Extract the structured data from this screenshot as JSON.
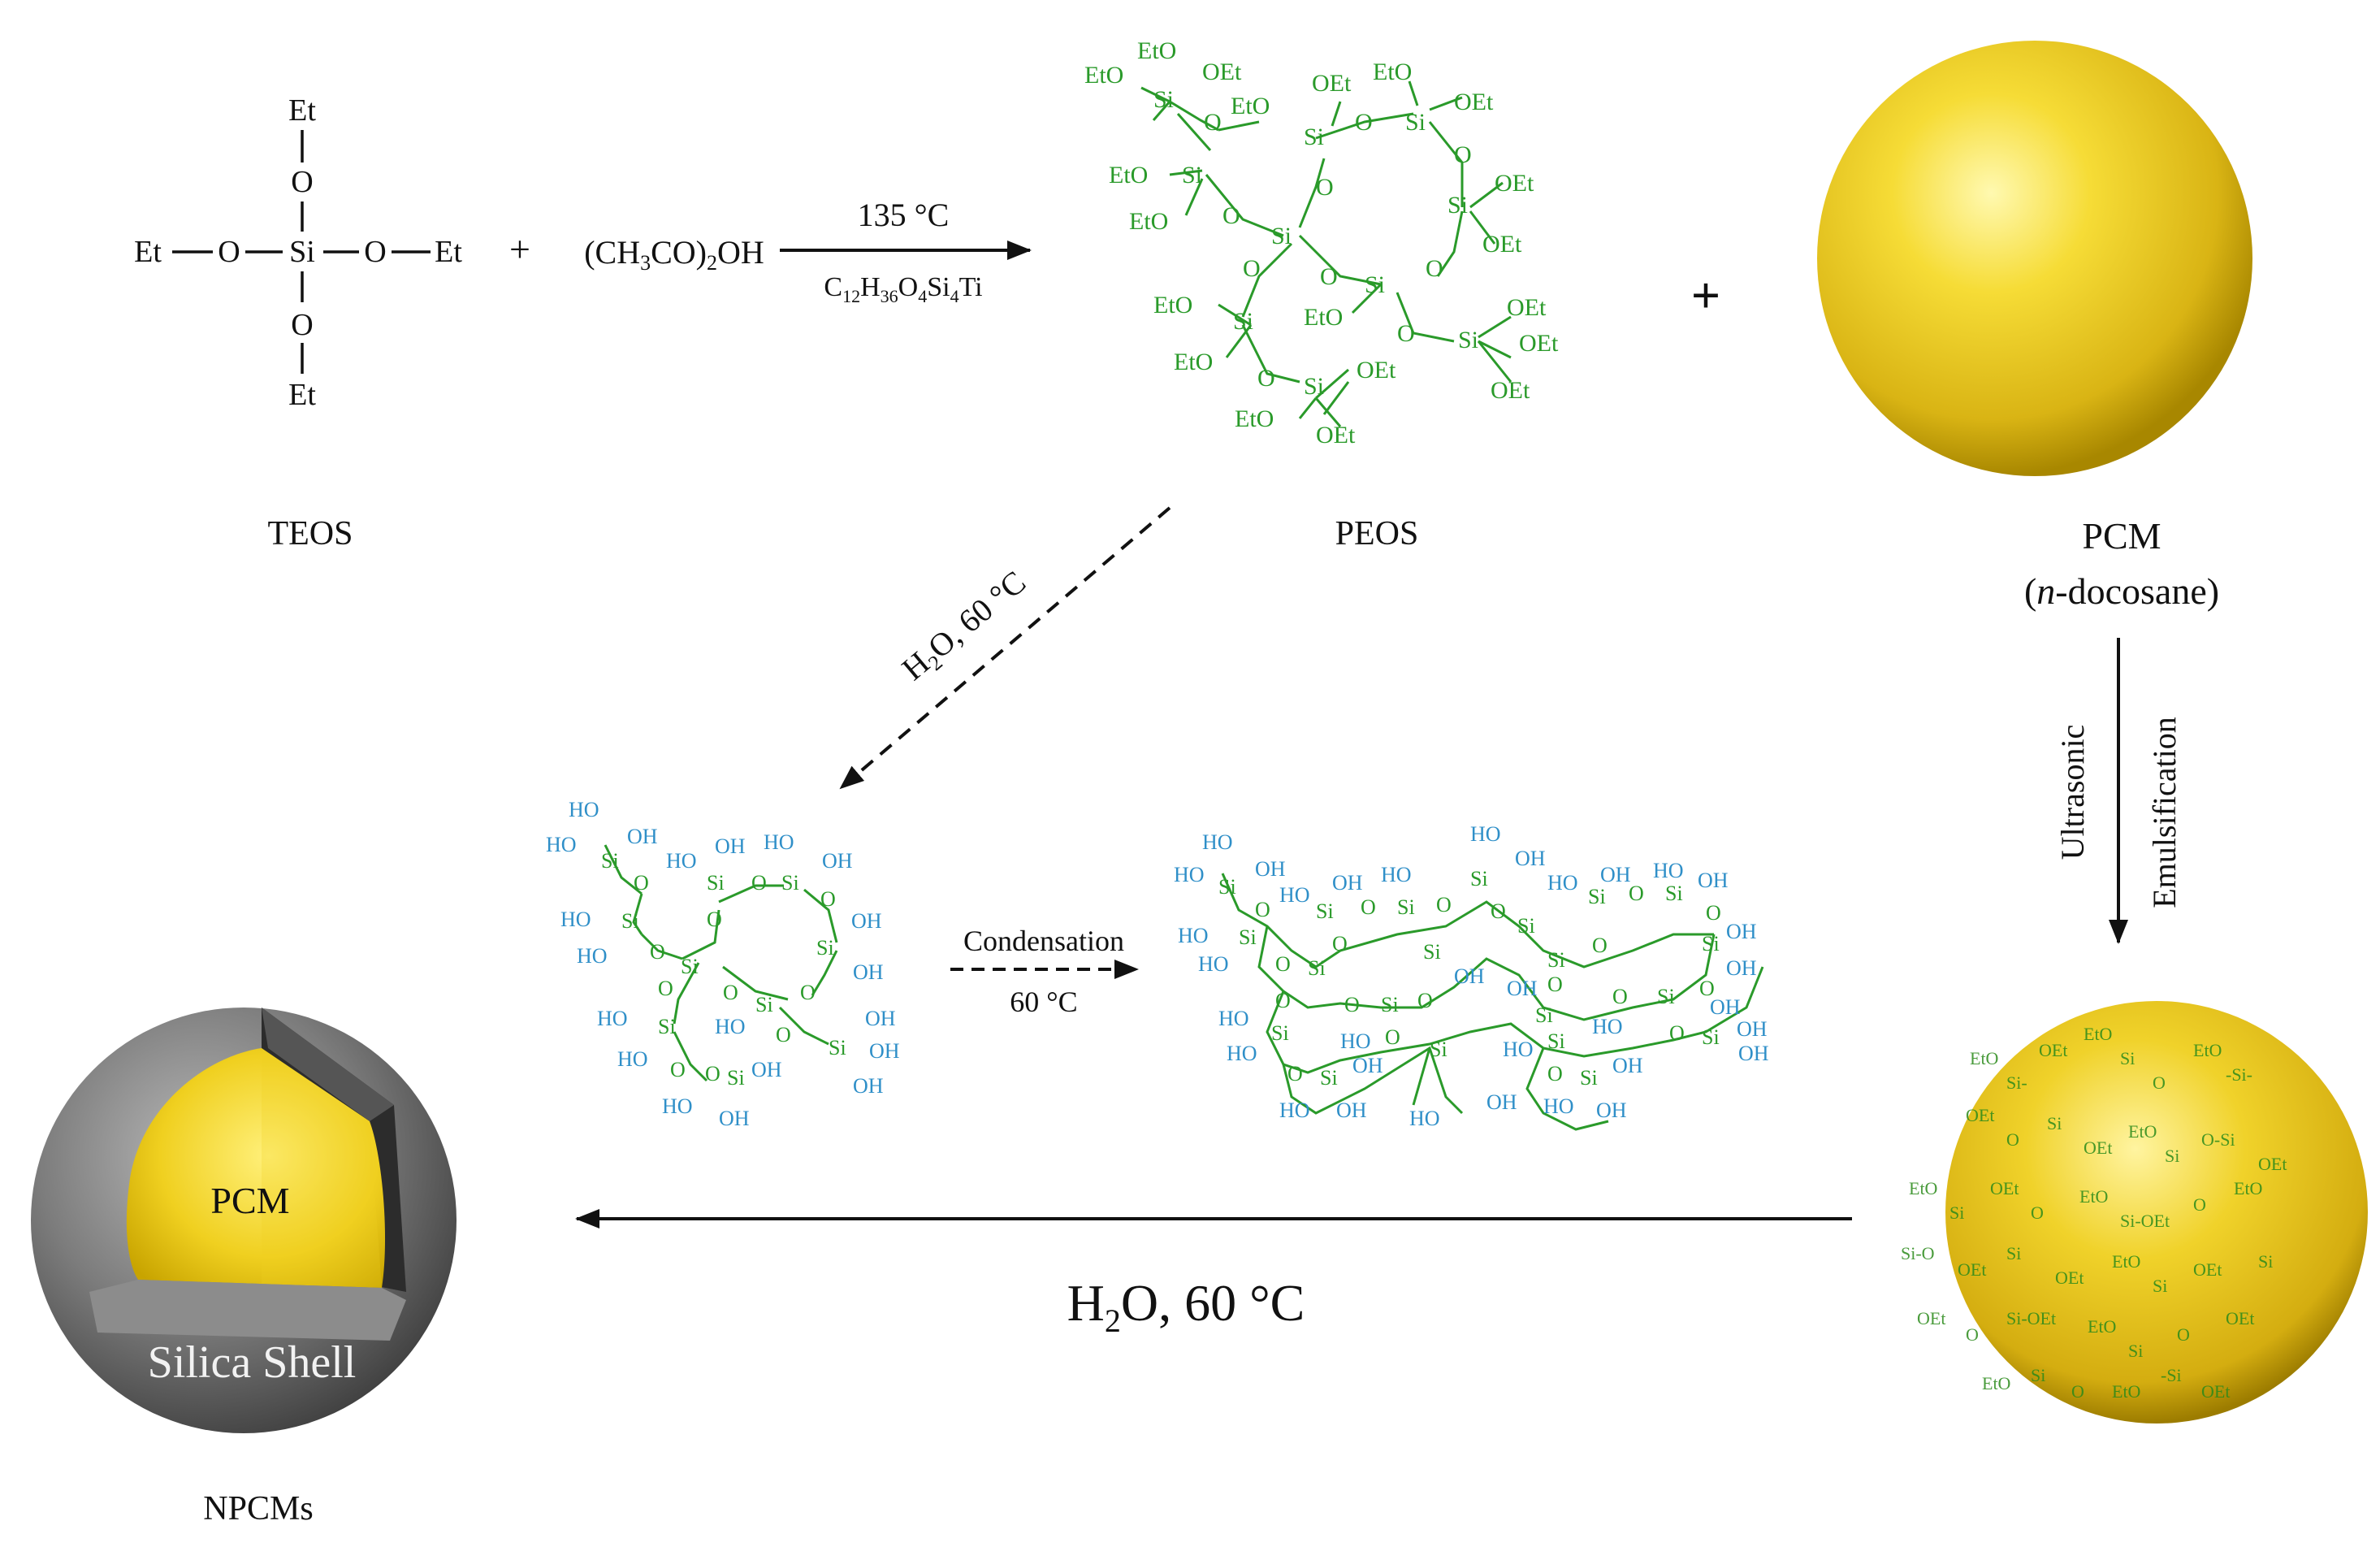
{
  "labels": {
    "teos": "TEOS",
    "peos": "PEOS",
    "pcm": "PCM",
    "pcm_sub_open": "(",
    "pcm_sub_n": "n",
    "pcm_sub_rest": "-docosane)",
    "npcms": "NPCMs",
    "pcm_core": "PCM",
    "silica_shell": "Silica Shell"
  },
  "reaction1": {
    "plus1": "+",
    "reagent": "(CH3CO)2OH",
    "temp": "135 °C",
    "catalyst": "C12H36O4Si4Ti",
    "plus2": "+"
  },
  "teos_atoms": {
    "et": "Et",
    "o": "O",
    "si": "Si"
  },
  "hydrolysis": {
    "label": "H2O, 60 °C"
  },
  "condensation": {
    "label": "Condensation",
    "temp": "60 °C"
  },
  "emulsification": {
    "label1": "Ultrasonic",
    "label2": "Emulsification"
  },
  "final_step": {
    "label": "H2O,   60 °C"
  },
  "colors": {
    "peos_green": "#2a9a2a",
    "silanol_blue": "#2f8fc8",
    "pcm_yellow": "#f2d428",
    "shell_gray": "#7a7a7a"
  }
}
